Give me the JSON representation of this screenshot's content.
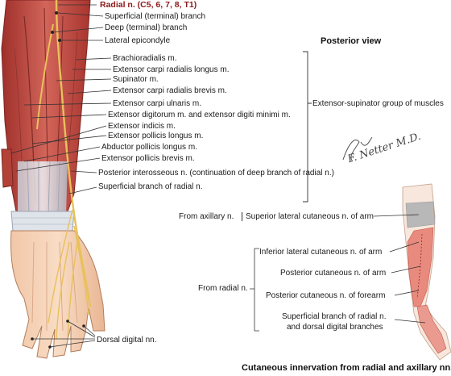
{
  "left_labels": {
    "radial_nerve": "Radial n. (C5, 6, 7, 8, T1)",
    "superficial_branch": "Superficial (terminal) branch",
    "deep_branch": "Deep (terminal) branch",
    "lateral_epicondyle": "Lateral epicondyle",
    "brachioradialis": "Brachioradialis m.",
    "ecrl": "Extensor carpi radialis longus m.",
    "supinator": "Supinator m.",
    "ecrb": "Extensor carpi radialis brevis m.",
    "ecu": "Extensor carpi ulnaris m.",
    "edm": "Extensor digitorum m. and extensor digiti minimi m.",
    "extensor_indicis": "Extensor indicis m.",
    "epl": "Extensor pollicis longus m.",
    "apl": "Abductor pollicis longus m.",
    "epb": "Extensor pollicis brevis m.",
    "posterior_interosseous": "Posterior interosseous n. (continuation of deep branch of  radial n.)",
    "superficial_branch_radial": "Superficial branch of radial n.",
    "dorsal_digital": "Dorsal digital nn."
  },
  "group_label": "Extensor-supinator group of muscles",
  "view_label": "Posterior view",
  "signature": "F. Netter M.D.",
  "cutaneous": {
    "from_axillary": "From axillary n.",
    "superior_lateral": "Superior lateral cutaneous n. of arm",
    "from_radial": "From radial n.",
    "inferior_lateral": "Inferior lateral cutaneous n.  of arm",
    "posterior_arm": "Posterior cutaneous n. of arm",
    "posterior_forearm": "Posterior cutaneous n. of forearm",
    "superficial_branch_line1": "Superficial branch of radial n.",
    "superficial_branch_line2": "and dorsal digital branches"
  },
  "caption": "Cutaneous innervation from radial and axillary nn.",
  "colors": {
    "title": "#8b1a1a",
    "muscle": "#c9544a",
    "nerve": "#e8c15a",
    "axillary_zone": "#b8b8b8",
    "radial_zone": "#e98a7e"
  }
}
